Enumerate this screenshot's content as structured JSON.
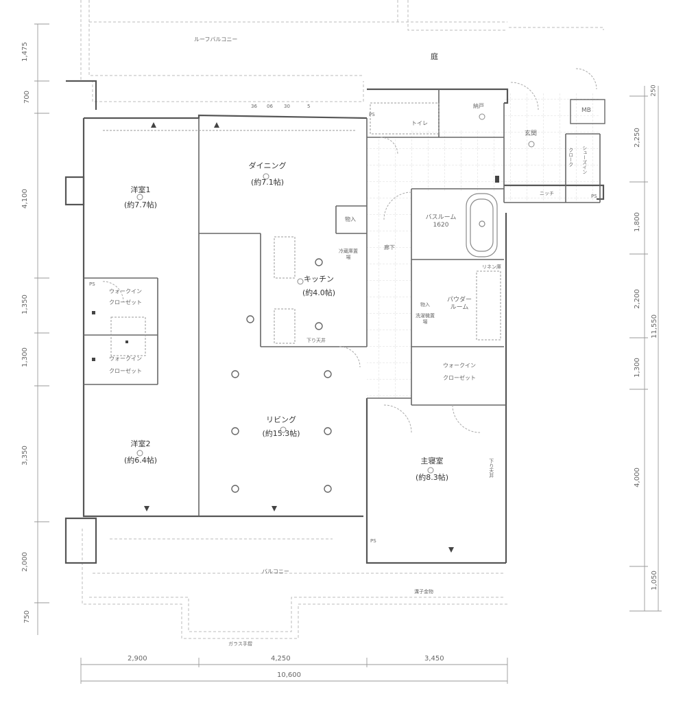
{
  "floor_plan": {
    "outdoor": {
      "roof_balcony": "ルーフバルコニー",
      "garden": "庭",
      "balcony": "バルコニー",
      "glass_railing": "ガラス手摺",
      "grating": "溝子金物"
    },
    "rooms": {
      "western_room_1": {
        "name": "洋室1",
        "area": "(約7.7帖)"
      },
      "dining": {
        "name": "ダイニング",
        "area": "(約7.1帖)"
      },
      "kitchen": {
        "name": "キッチン",
        "area": "(約4.0帖)"
      },
      "living": {
        "name": "リビング",
        "area": "(約15.3帖)"
      },
      "western_room_2": {
        "name": "洋室2",
        "area": "(約6.4帖)"
      },
      "master_bedroom": {
        "name": "主寝室",
        "area": "(約8.3帖)"
      },
      "walk_in_closet_1": {
        "name_line1": "ウォークイン",
        "name_line2": "クローゼット"
      },
      "walk_in_closet_2": {
        "name_line1": "ウォークイン",
        "name_line2": "クローゼット"
      },
      "walk_in_closet_3": {
        "name_line1": "ウォークイン",
        "name_line2": "クローゼット"
      },
      "bathroom": {
        "name": "バスルーム",
        "size": "1620"
      },
      "powder_room": {
        "name_line1": "パウダー",
        "name_line2": "ルーム"
      },
      "toilet": {
        "name": "トイレ"
      },
      "entrance": {
        "name": "玄関"
      },
      "corridor": {
        "name": "廊下"
      },
      "storage": {
        "name": "納戸"
      }
    },
    "fixtures": {
      "pantry": "物入",
      "storage_powder": "物入",
      "washing_machine": "洗濯機置場",
      "dishwasher_space": "冷蔵庫置場",
      "drop_ceiling_kitchen": "下り天井",
      "drop_ceiling_master": "下り天井",
      "shoe_cabinet": "シューズイン",
      "cloak": "クローク",
      "niche": "ニッチ",
      "meter_box": "MB",
      "ps_toilet": "PS",
      "ps_entrance": "PS",
      "ps_closet": "PS",
      "ps_master": "PS",
      "linen": "リネン庫",
      "window_codes": [
        "36",
        "06",
        "30",
        "5"
      ]
    },
    "dimensions": {
      "left": [
        "1,475",
        "700",
        "4,100",
        "1,350",
        "1,300",
        "3,350",
        "2,000",
        "750"
      ],
      "right": [
        "250",
        "2,250",
        "1,800",
        "2,200",
        "1,300",
        "4,000",
        "1,050"
      ],
      "right_total": "11,550",
      "bottom": [
        "2,900",
        "4,250",
        "3,450"
      ],
      "bottom_total": "10,600"
    }
  }
}
